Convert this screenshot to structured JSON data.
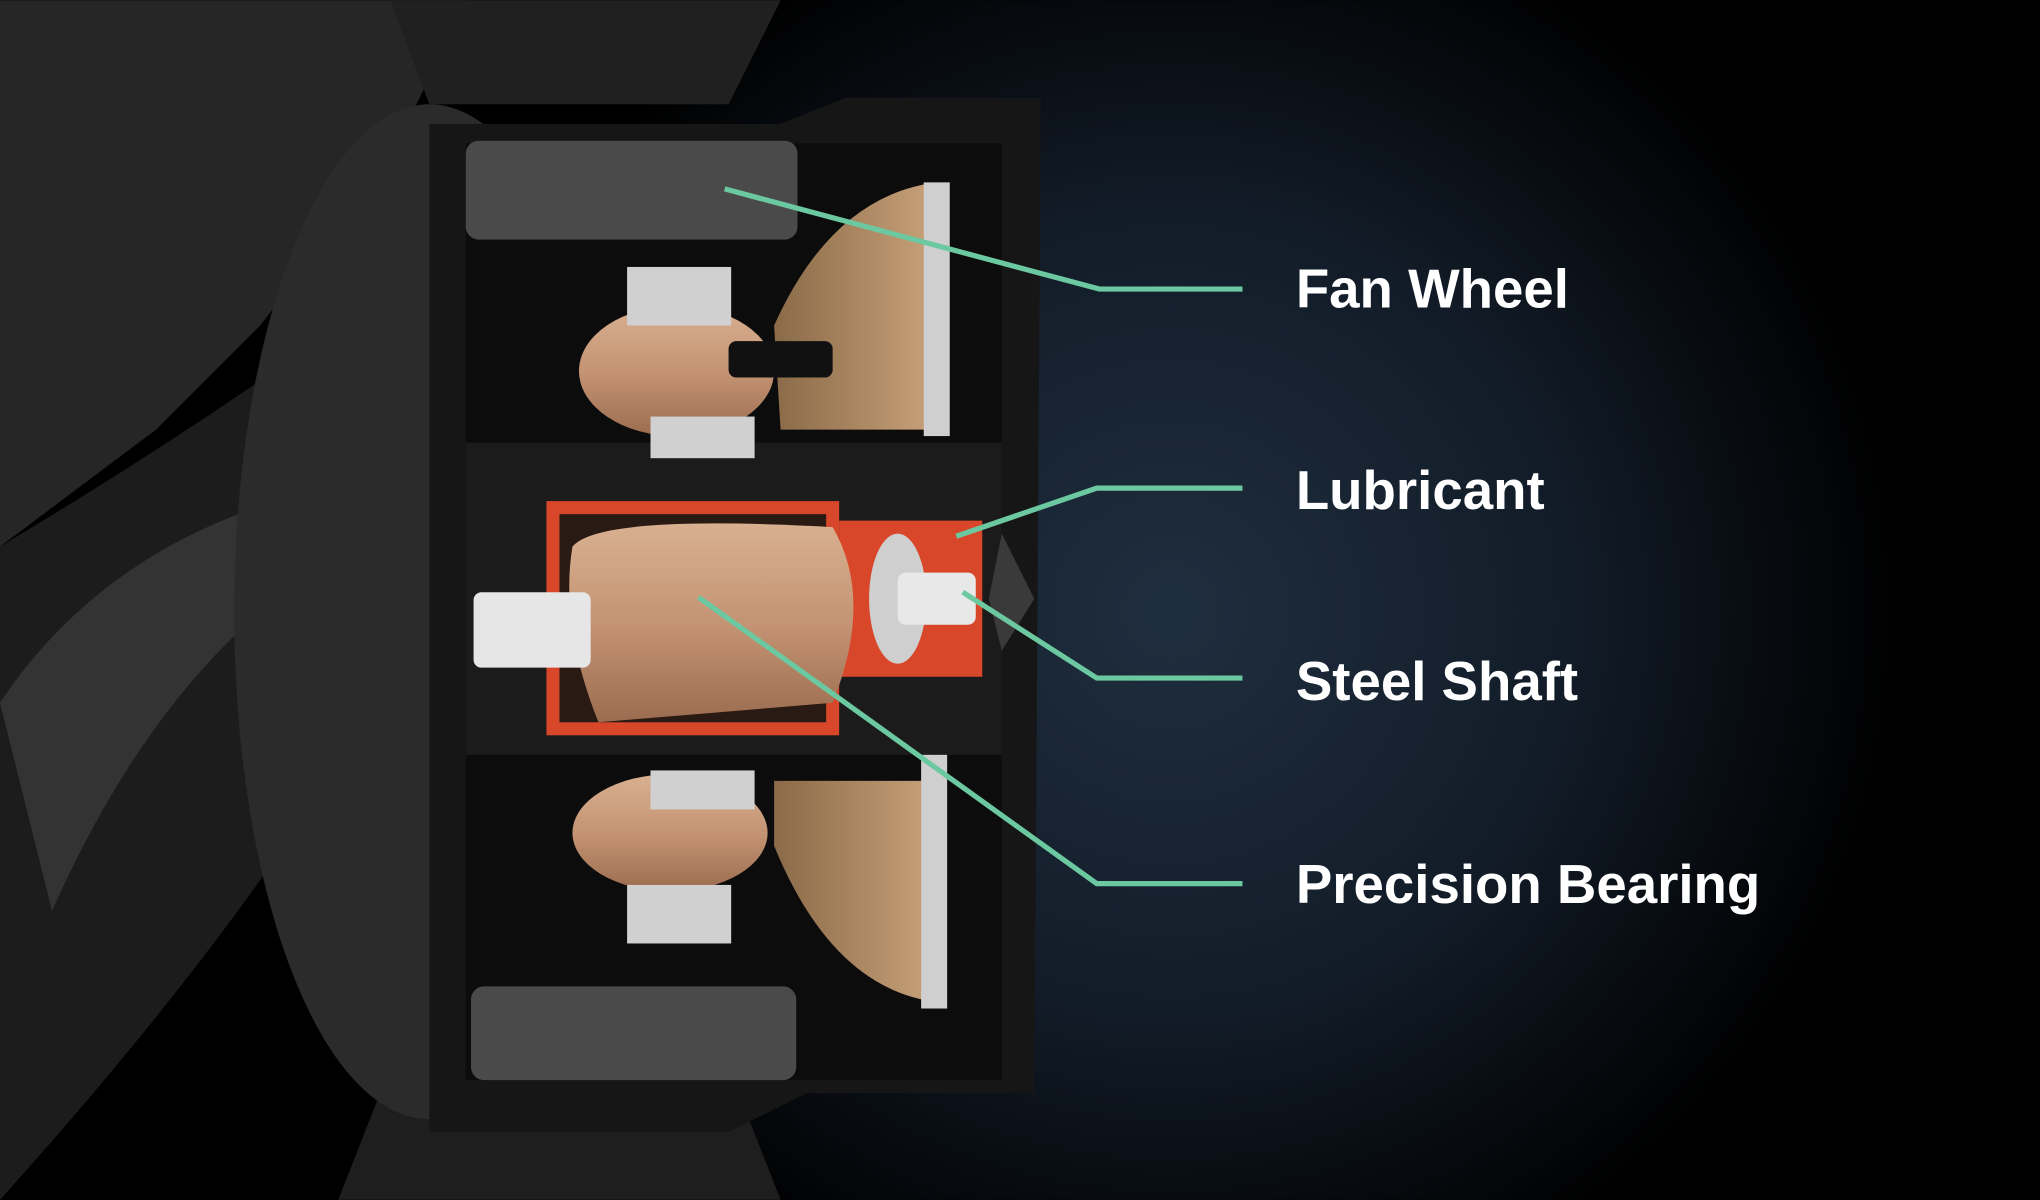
{
  "diagram": {
    "type": "labeled cutaway illustration",
    "labels": [
      {
        "id": "fan-wheel",
        "text": "Fan Wheel"
      },
      {
        "id": "lubricant",
        "text": "Lubricant"
      },
      {
        "id": "steel-shaft",
        "text": "Steel Shaft"
      },
      {
        "id": "precision-bearing",
        "text": "Precision Bearing"
      }
    ],
    "colors": {
      "leader_line": "#6cc8a0",
      "background": "#000000",
      "glow": "#1c2a3a",
      "housing": "#1a1a1a",
      "copper": "#c89a78",
      "lubricant": "#d9472a"
    }
  }
}
